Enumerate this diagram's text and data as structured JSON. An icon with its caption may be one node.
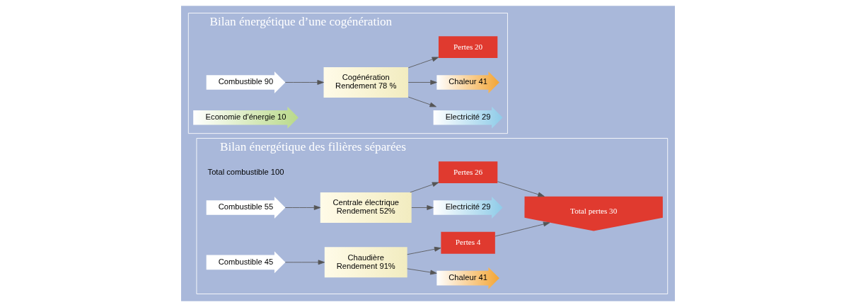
{
  "diagram": {
    "nodes": [
      {
        "text": [
          "Bilan énergétique des filières séparées"
        ]
      },
      {
        "text": [
          "Combustible 55"
        ],
        "in": 0
      },
      {
        "text": [
          "Centrale électrique",
          "Rendement 52%"
        ],
        "in": 0
      },
      {
        "text": [
          "Electricité 29"
        ],
        "in": 0
      },
      {
        "text": [
          "Pertes 26"
        ],
        "in": 0
      },
      {
        "text": [
          "Combustible 45"
        ],
        "in": 0
      },
      {
        "text": [
          "Chaudière",
          "Rendement 91%"
        ],
        "in": 0
      },
      {
        "text": [
          "Chaleur 41"
        ],
        "in": 0
      },
      {
        "text": [
          "Pertes 4"
        ],
        "in": 0
      },
      {
        "text": [
          "Total pertes 30"
        ],
        "in": 0
      },
      {
        "text": [
          "Bilan énergétique d’une cogénération"
        ]
      },
      {
        "text": [
          "Combustible 90"
        ],
        "in": 10
      },
      {
        "text": [
          "Cogénération",
          "Rendement 78 %"
        ],
        "in": 10
      },
      {
        "text": [
          "Electricité 29"
        ],
        "in": 10
      },
      {
        "text": [
          "Chaleur 41"
        ],
        "in": 10
      },
      {
        "text": [
          "Pertes 20"
        ],
        "in": 10
      },
      {
        "text": [
          "Economie d'énergie 10"
        ],
        "in": 10
      }
    ],
    "edges": [
      {
        "from": 1,
        "to": 2,
        "arrow": "to"
      },
      {
        "from": 2,
        "to": 3,
        "arrow": "to"
      },
      {
        "from": 2,
        "to": 4,
        "arrow": "to"
      },
      {
        "from": 4,
        "to": 9,
        "arrow": "to"
      },
      {
        "from": 5,
        "to": 6,
        "arrow": "to"
      },
      {
        "from": 6,
        "to": 7,
        "arrow": "to"
      },
      {
        "from": 6,
        "to": 8,
        "arrow": "to"
      },
      {
        "from": 8,
        "to": 9,
        "arrow": "to"
      },
      {
        "from": 11,
        "to": 12,
        "arrow": "to"
      },
      {
        "from": 12,
        "to": 13,
        "arrow": "to"
      },
      {
        "from": 12,
        "to": 14,
        "arrow": "to"
      },
      {
        "from": 12,
        "to": 15,
        "arrow": "to"
      }
    ],
    "labels": [
      "Total combustible 100"
    ]
  }
}
